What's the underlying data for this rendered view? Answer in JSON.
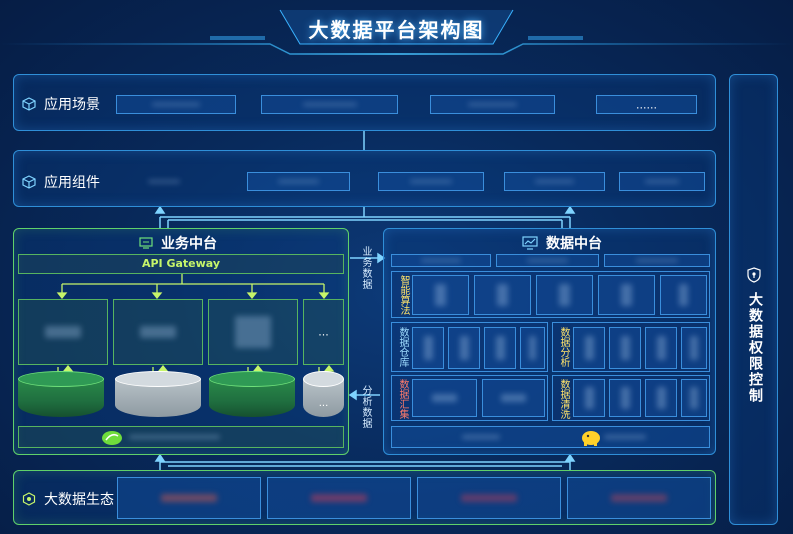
{
  "title": "大数据平台架构图",
  "rows": {
    "scenes": {
      "label": "应用场景",
      "more": "......"
    },
    "components": {
      "label": "应用组件"
    },
    "ecosystem": {
      "label": "大数据生态"
    }
  },
  "business": {
    "title": "业务中台",
    "gateway": "API Gateway",
    "more": "...",
    "more_db": "..."
  },
  "data_platform": {
    "title": "数据中台",
    "groups": {
      "algorithm": "智能算法",
      "warehouse": "数据仓库",
      "analysis": "数据分析",
      "collect": "数据汇集",
      "clean": "数据清洗"
    }
  },
  "flows": {
    "business_data": "业务数据",
    "analysis_data": "分析数据"
  },
  "side": {
    "title": "大数据权限控制"
  },
  "colors": {
    "accent": "#2f8fd8",
    "green": "#5fd16a",
    "yellow": "#ffe36a",
    "red": "#ff7a6a"
  },
  "icons": {
    "cube": "cube-icon",
    "monitor": "monitor-icon",
    "chart": "chart-monitor-icon",
    "shield": "shield-icon",
    "hex": "hexagon-icon",
    "spring": "spring-leaf-icon",
    "hadoop": "elephant-icon"
  }
}
